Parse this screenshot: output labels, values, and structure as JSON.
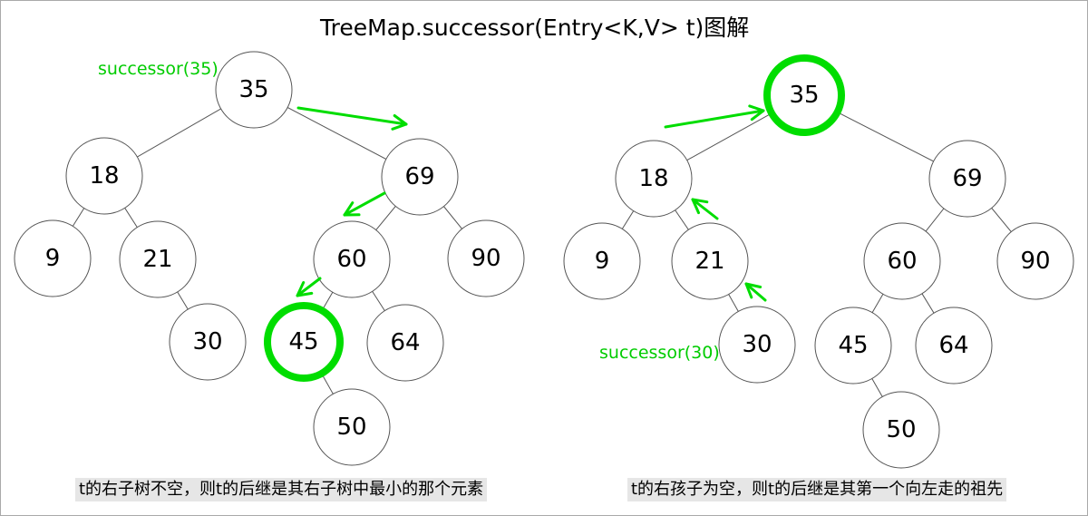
{
  "title": "TreeMap.successor(Entry<K,V> t)图解",
  "colors": {
    "highlight_green": "#00dd00",
    "annotation_green": "#00cc00",
    "node_stroke": "#555555",
    "caption_background": "#e6e6e6",
    "page_border": "#a9a9a9"
  },
  "left_tree": {
    "annotation": "successor(35)",
    "highlighted_node": "45",
    "caption": "t的右子树不空，则t的后继是其右子树中最小的那个元素",
    "nodes": {
      "n35": "35",
      "n18": "18",
      "n69": "69",
      "n9": "9",
      "n21": "21",
      "n30": "30",
      "n60": "60",
      "n90": "90",
      "n45": "45",
      "n64": "64",
      "n50": "50"
    }
  },
  "right_tree": {
    "annotation": "successor(30)",
    "highlighted_node": "35",
    "caption": "t的右孩子为空，则t的后继是其第一个向左走的祖先",
    "nodes": {
      "n35": "35",
      "n18": "18",
      "n69": "69",
      "n9": "9",
      "n21": "21",
      "n30": "30",
      "n60": "60",
      "n90": "90",
      "n45": "45",
      "n64": "64",
      "n50": "50"
    }
  }
}
